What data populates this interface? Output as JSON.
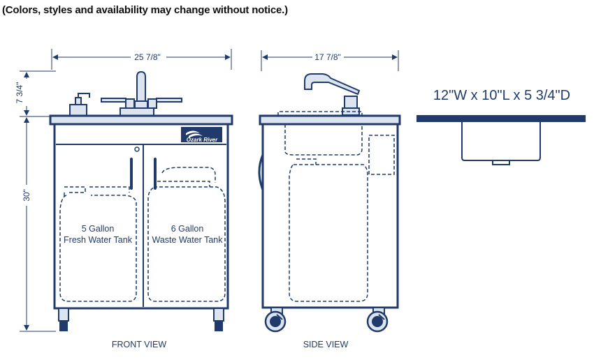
{
  "header": {
    "note": "(Colors, styles and availability may change without notice.)"
  },
  "dimensions": {
    "front_width": "25 7/8\"",
    "side_depth": "17 7/8\"",
    "faucet_height": "7 3/4\"",
    "cabinet_height": "30\""
  },
  "front_view": {
    "caption": "FRONT VIEW",
    "logo_text": "Ozark River",
    "fresh_tank": {
      "line1": "5 Gallon",
      "line2": "Fresh Water Tank"
    },
    "waste_tank": {
      "line1": "6 Gallon",
      "line2": "Waste Water Tank"
    }
  },
  "side_view": {
    "caption": "SIDE VIEW"
  },
  "basin": {
    "spec": "12\"W x 10\"L x 5  3/4\"D"
  },
  "colors": {
    "line": "#1f3a6b",
    "fill": "#dbe4ef",
    "logo_bg": "#1f3a6b"
  }
}
